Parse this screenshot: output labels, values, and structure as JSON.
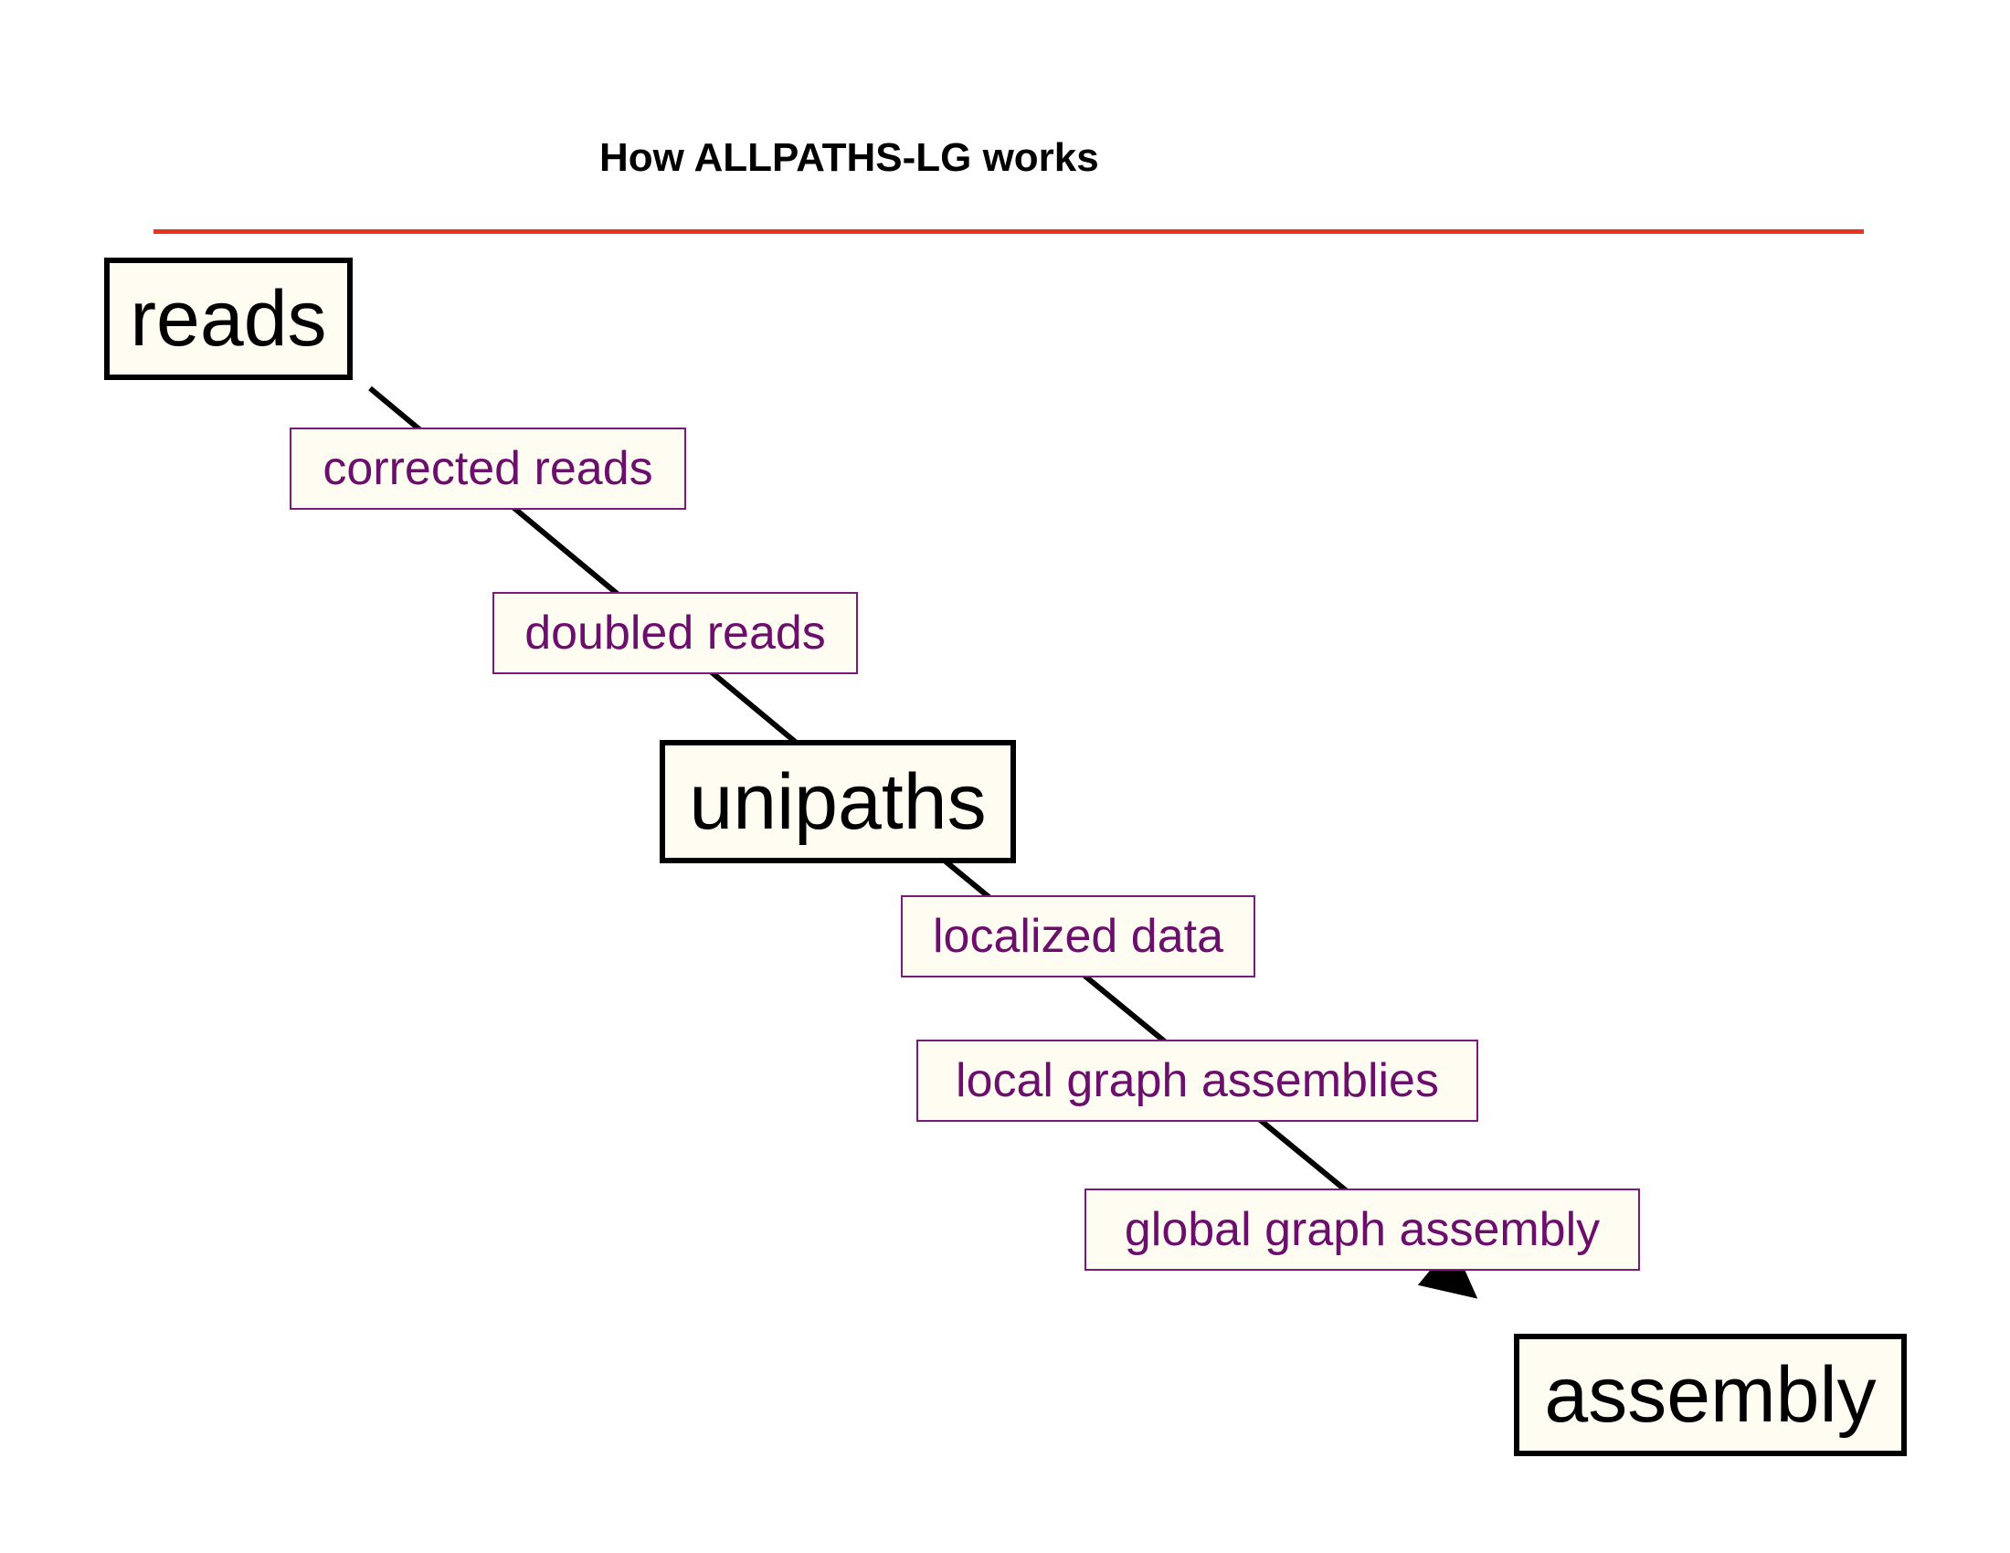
{
  "title": "How ALLPATHS-LG works",
  "colors": {
    "rule": "#e8341c",
    "box_fill": "#fffdf2",
    "main_text": "#000000",
    "step_text": "#6c0f6c",
    "step_border": "#7a1a7a",
    "arrow": "#000000"
  },
  "nodes": {
    "reads": "reads",
    "unipaths": "unipaths",
    "assembly": "assembly"
  },
  "steps": {
    "corrected_reads": "corrected reads",
    "doubled_reads": "doubled reads",
    "localized_data": "localized data",
    "local_graph_assemblies": "local graph assemblies",
    "global_graph_assembly": "global graph assembly"
  }
}
